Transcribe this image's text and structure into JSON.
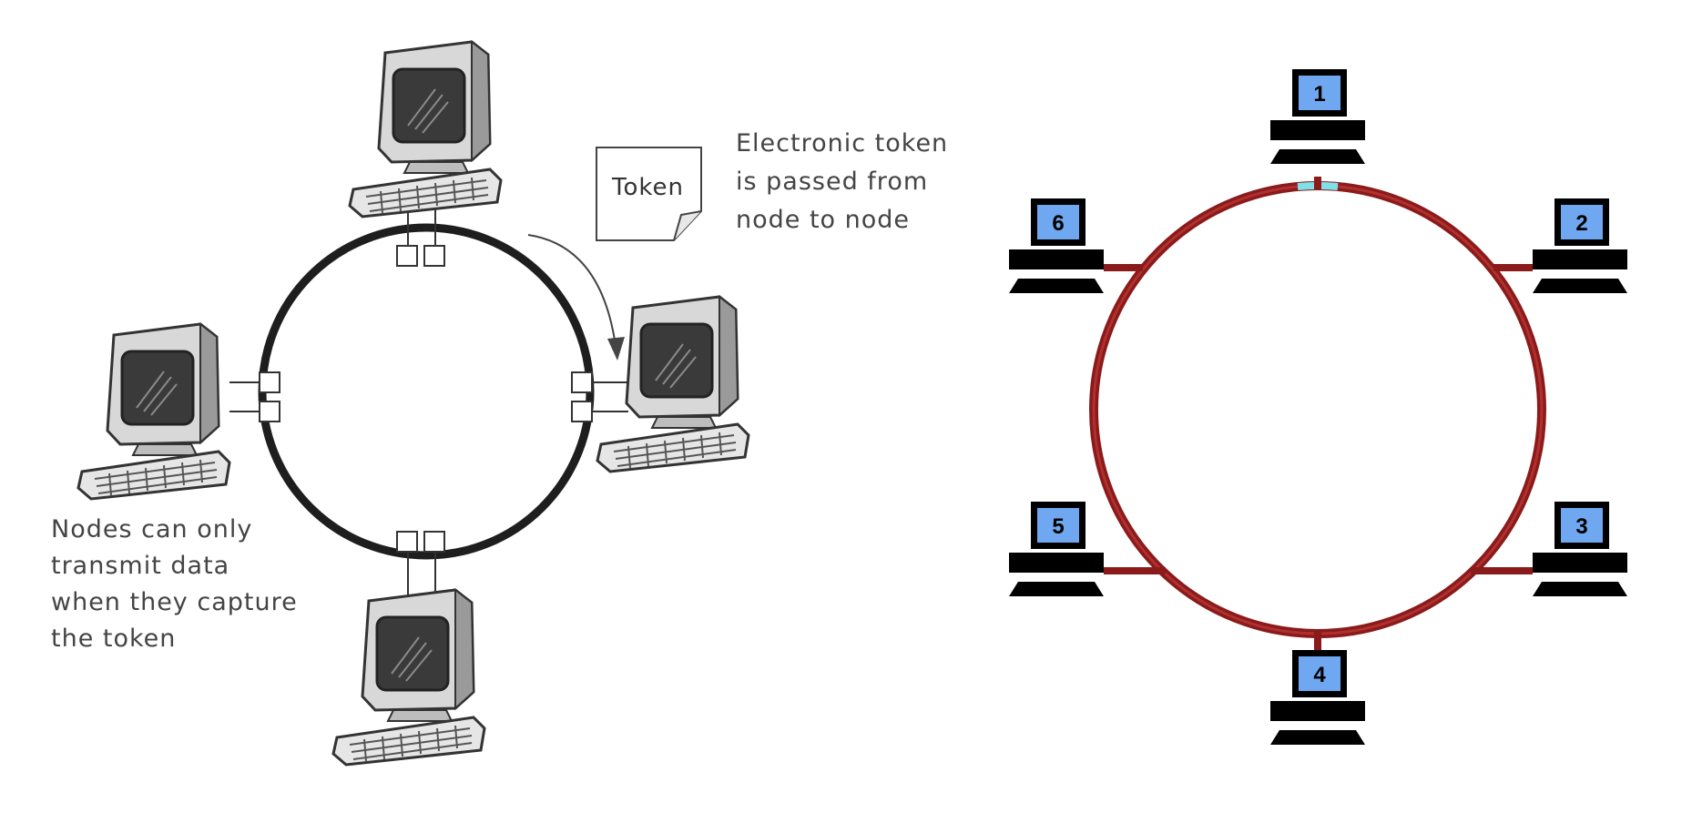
{
  "left_diagram": {
    "token_label": "Token",
    "caption_top_right": [
      "Electronic token",
      "is passed from",
      "node to node"
    ],
    "caption_bottom_left": [
      "Nodes can only",
      "transmit data",
      "when they capture",
      "the token"
    ],
    "nodes": [
      "top",
      "right",
      "bottom",
      "left"
    ],
    "ring_color": "#1e1e1e"
  },
  "right_diagram": {
    "ring_color": "#8b1a1a",
    "token_color": "#7fe0e8",
    "screen_color": "#6fa8f0",
    "nodes": [
      {
        "label": "1",
        "side": "top"
      },
      {
        "label": "2",
        "side": "upper-right"
      },
      {
        "label": "3",
        "side": "lower-right"
      },
      {
        "label": "4",
        "side": "bottom"
      },
      {
        "label": "5",
        "side": "lower-left"
      },
      {
        "label": "6",
        "side": "upper-left"
      }
    ]
  }
}
